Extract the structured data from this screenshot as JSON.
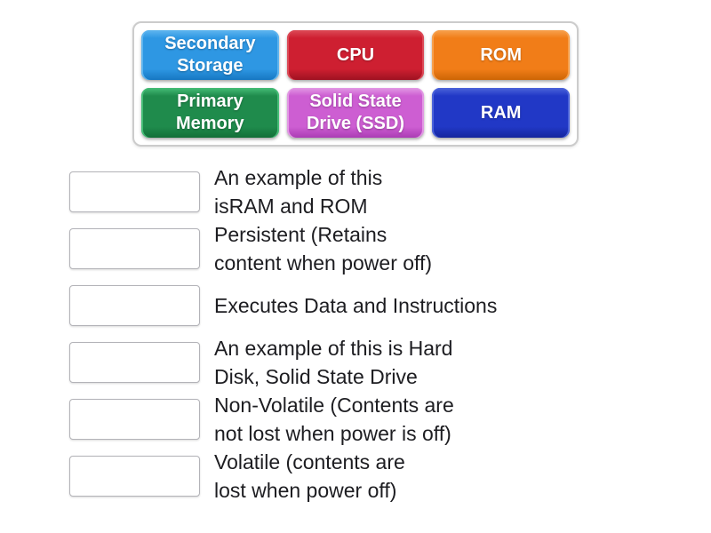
{
  "word_bank": {
    "tiles": [
      {
        "label": "Secondary Storage",
        "main": "#2e97e3",
        "light": "#5fb5ef",
        "dark": "#1677c2"
      },
      {
        "label": "CPU",
        "main": "#ce1f31",
        "light": "#dc4a57",
        "dark": "#9e1221"
      },
      {
        "label": "ROM",
        "main": "#f17d18",
        "light": "#f7a14e",
        "dark": "#cd6505"
      },
      {
        "label": "Primary Memory",
        "main": "#1f8b4c",
        "light": "#46bd77",
        "dark": "#136f38"
      },
      {
        "label": "Solid State Drive (SSD)",
        "main": "#cd5ed2",
        "light": "#e298e4",
        "dark": "#ab3cb4"
      },
      {
        "label": "RAM",
        "main": "#2138c6",
        "light": "#4c64da",
        "dark": "#15259d"
      }
    ],
    "panel_border_color": "#cccccc"
  },
  "questions": [
    {
      "line1": "An example of this",
      "line2": "isRAM and ROM"
    },
    {
      "line1": "Persistent (Retains",
      "line2": "content when power off)"
    },
    {
      "line1": "Executes Data and Instructions",
      "line2": ""
    },
    {
      "line1": "An example of this is Hard",
      "line2": "Disk, Solid State Drive"
    },
    {
      "line1": "Non-Volatile (Contents are",
      "line2": "not lost when power is off)"
    },
    {
      "line1": "Volatile (contents are",
      "line2": "lost when power off)"
    }
  ],
  "text_color": "#1d1d21"
}
